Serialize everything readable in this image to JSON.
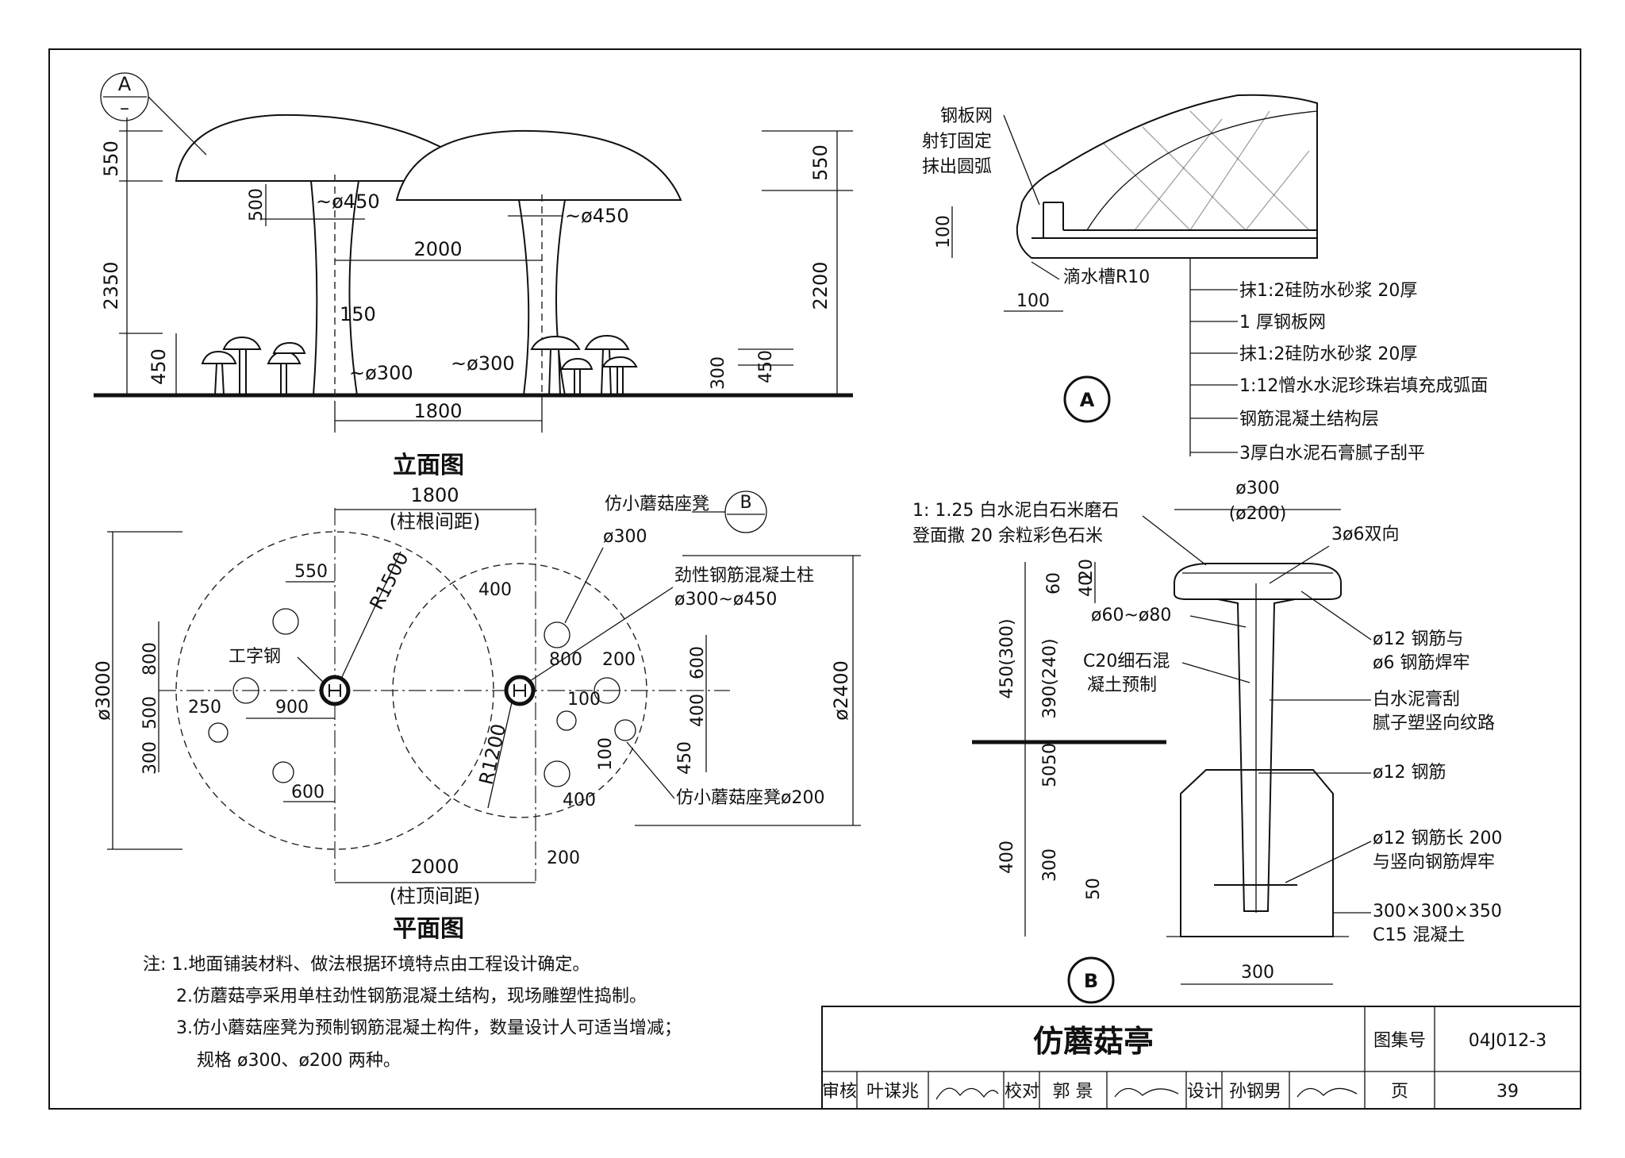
{
  "sheet": {
    "elevation": {
      "title": "立面图",
      "section_mark": "A",
      "dims": {
        "cap_height_left": "550",
        "column_height_left": "2350",
        "base_height_left": "450",
        "cap_thickness": "500",
        "top_dia_left": "~ø450",
        "top_dia_right": "~ø450",
        "top_spacing": "2000",
        "neck_dim": "150",
        "root_dia_left": "~ø300",
        "root_dia_right": "~ø300",
        "root_spacing": "1800",
        "cap_height_right": "550",
        "column_height_right": "2200",
        "stool_300": "300",
        "stool_450": "450"
      }
    },
    "plan": {
      "title": "平面图",
      "section_mark": "B",
      "labels": {
        "root_spacing": "1800",
        "root_spacing_note": "(柱根间距)",
        "top_spacing": "2000",
        "top_spacing_note": "(柱顶间距)",
        "stool_300": "仿小蘑菇座凳",
        "stool_300_dia": "ø300",
        "stool_200": "仿小蘑菇座凳ø200",
        "column": "劲性钢筋混凝土柱",
        "column_dia": "ø300~ø450",
        "steel": "工字钢",
        "r1500": "R1500",
        "r1200": "R1200",
        "dia3000": "ø3000",
        "dia2400": "ø2400"
      },
      "dims": [
        "550",
        "800",
        "500",
        "300",
        "250",
        "900",
        "600",
        "400",
        "800",
        "200",
        "100",
        "600",
        "400",
        "450",
        "100",
        "400",
        "200"
      ]
    },
    "detail_a": {
      "mark": "A",
      "callouts_top": [
        "钢板网",
        "射钉固定",
        "抹出圆弧"
      ],
      "drip": "滴水槽R10",
      "dim_100_v": "100",
      "dim_100_h": "100",
      "layers": [
        "抹1:2硅防水砂浆 20厚",
        "1 厚钢板网",
        "抹1:2硅防水砂浆 20厚",
        "1:12憎水水泥珍珠岩填充成弧面",
        "钢筋混凝土结构层",
        "3厚白水泥石膏腻子刮平"
      ]
    },
    "detail_b": {
      "mark": "B",
      "top_dia": "ø300",
      "top_dia_alt": "(ø200)",
      "finish_line1": "1: 1.25 白水泥白石米磨石",
      "finish_line2": "登面撒 20 余粒彩色石米",
      "rebar_top": "3ø6双向",
      "dims_left": [
        "60",
        "40",
        "20",
        "390(240)",
        "450(300)",
        "50",
        "50",
        "400",
        "300",
        "50"
      ],
      "stem_dia": "ø60~ø80",
      "stem_material1": "C20细石混",
      "stem_material2": "凝土预制",
      "weld_1a": "ø12 钢筋与",
      "weld_1b": "ø6 钢筋焊牢",
      "finish_side1": "白水泥膏刮",
      "finish_side2": "腻子塑竖向纹路",
      "rebar_12": "ø12 钢筋",
      "rebar_200a": "ø12 钢筋长 200",
      "rebar_200b": "与竖向钢筋焊牢",
      "footing1": "300×300×350",
      "footing2": "C15 混凝土",
      "base_width": "300"
    },
    "notes": [
      "注: 1.地面铺装材料、做法根据环境特点由工程设计确定。",
      "2.仿蘑菇亭采用单柱劲性钢筋混凝土结构，现场雕塑性捣制。",
      "3.仿小蘑菇座凳为预制钢筋混凝土构件，数量设计人可适当增减；",
      "规格  ø300、ø200  两种。"
    ],
    "title_block": {
      "title": "仿蘑菇亭",
      "atlas_label": "图集号",
      "atlas_no": "04J012-3",
      "page_label": "页",
      "page_no": "39",
      "review_label": "审核",
      "reviewer": "叶谋兆",
      "check_label": "校对",
      "checker": "郭 景",
      "design_label": "设计",
      "designer": "孙钢男"
    }
  }
}
